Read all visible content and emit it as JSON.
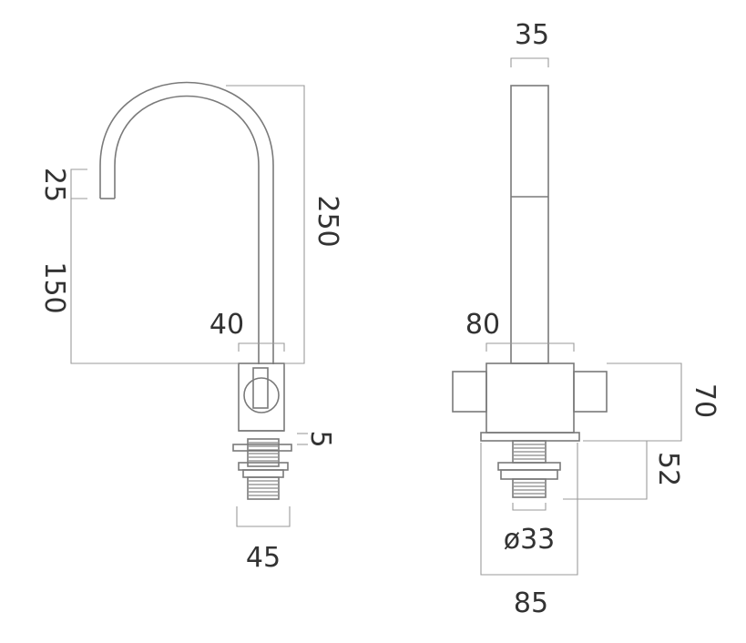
{
  "side_view": {
    "spout_tip_height": "25",
    "spout_height": "150",
    "overall_height": "250",
    "body_width": "40",
    "gap": "5",
    "base_width": "45"
  },
  "front_view": {
    "spout_width": "35",
    "body_width": "80",
    "body_height": "70",
    "shank_length": "52",
    "shank_diameter": "ø33",
    "base_width": "85"
  },
  "colors": {
    "line": "#7a7a7a",
    "dimension": "#9a9a9a",
    "text": "#333333"
  }
}
